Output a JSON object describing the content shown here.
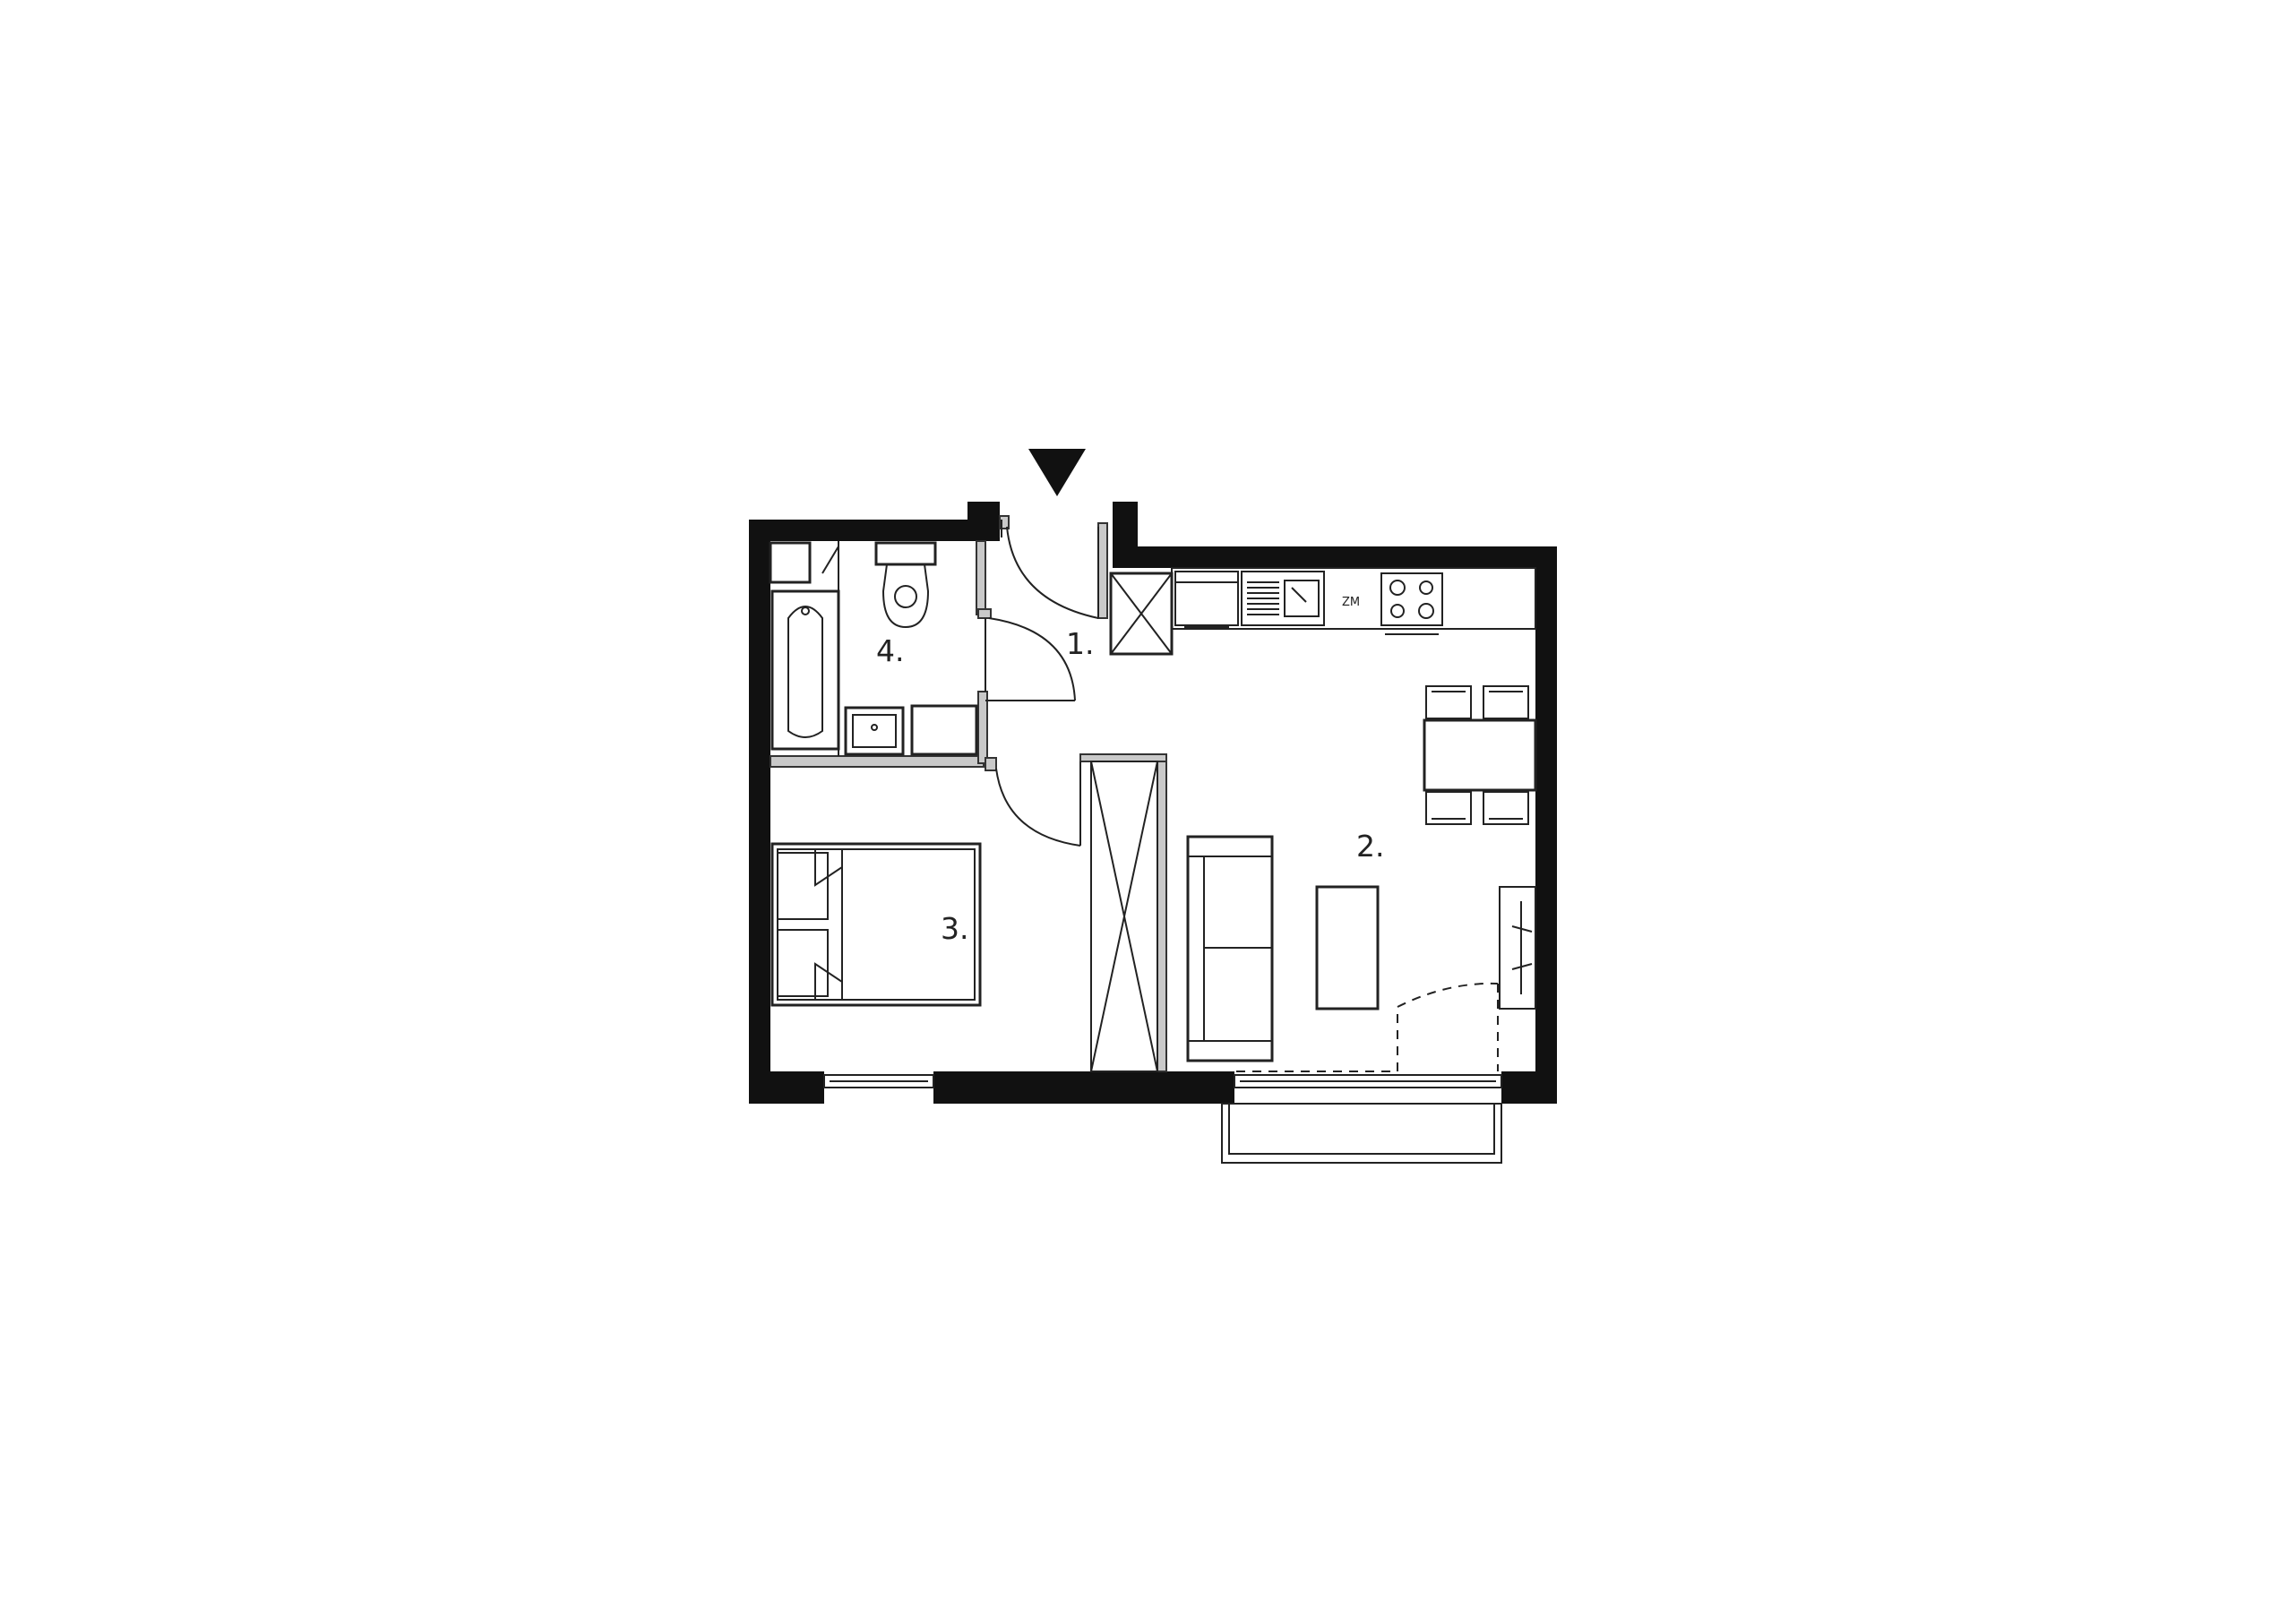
{
  "rooms": [
    {
      "id": "hall",
      "label": "1."
    },
    {
      "id": "living-kitchen",
      "label": "2."
    },
    {
      "id": "bedroom",
      "label": "3."
    },
    {
      "id": "bathroom",
      "label": "4."
    }
  ],
  "appliances": {
    "microwave_label": "ZM"
  },
  "colors": {
    "wall": "#111111",
    "partition": "#c9c9c9",
    "line": "#222222",
    "background": "#ffffff"
  }
}
